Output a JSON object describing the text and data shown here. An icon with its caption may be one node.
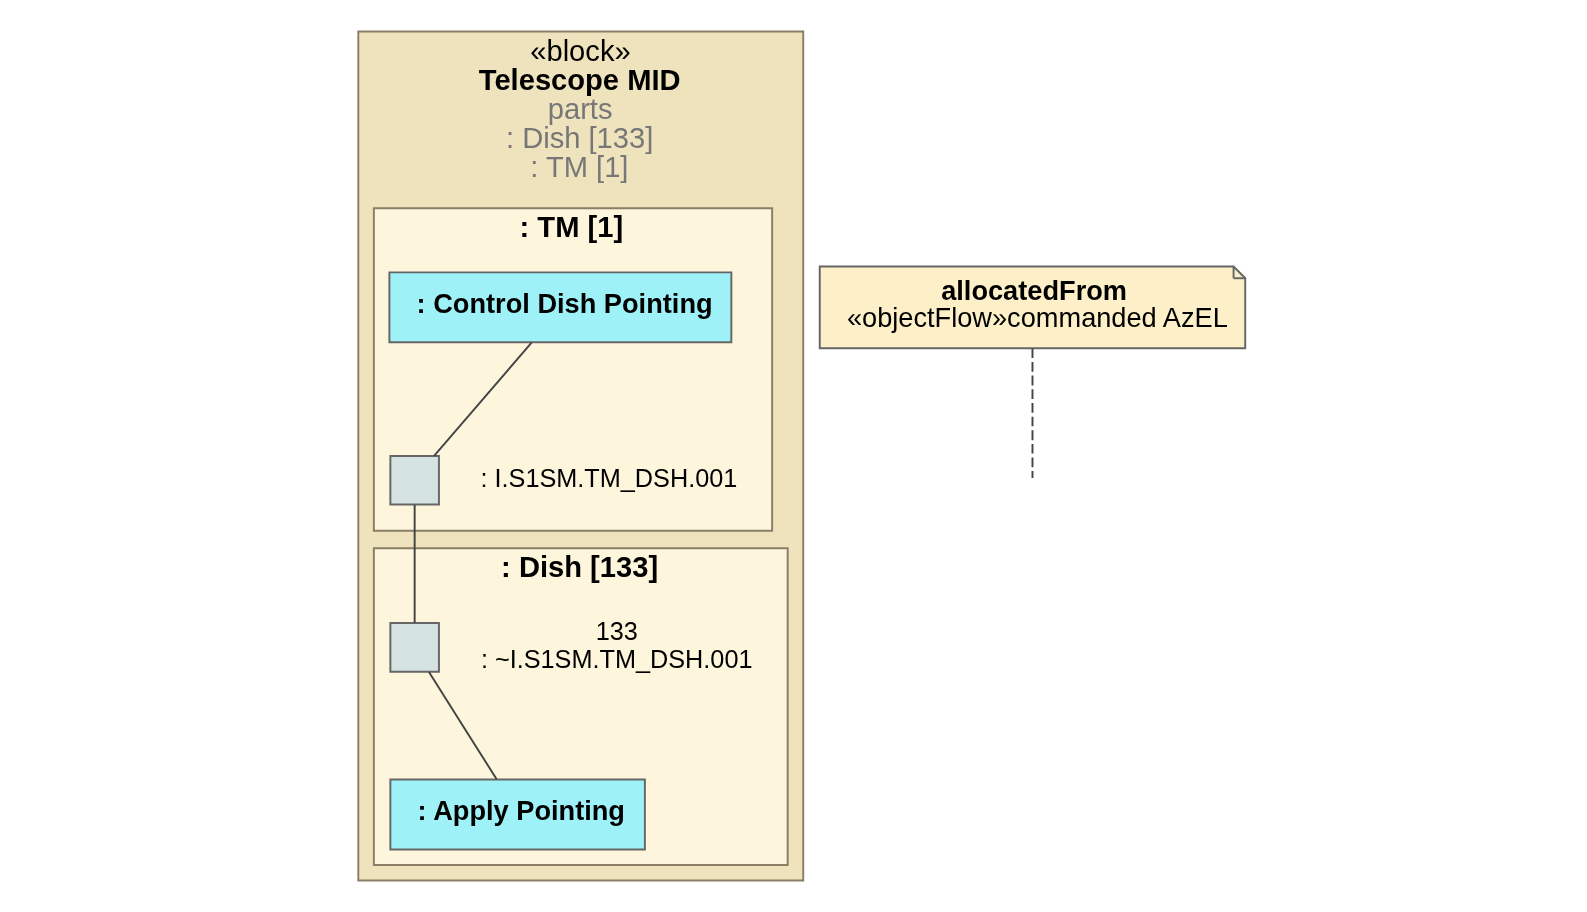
{
  "diagram": {
    "nodes": [
      {
        "text": [
          "«block»",
          "Telescope MID",
          "parts",
          ": Dish [133]",
          ": TM [1]"
        ]
      },
      {
        "text": [
          ": TM [1]"
        ],
        "in": 0
      },
      {
        "text": [
          ": Control Dish Pointing"
        ],
        "in": 1
      },
      {
        "text": [],
        "shape": "box",
        "in": 1,
        "beside": [
          ": I.S1SM.TM_DSH.001"
        ]
      },
      {
        "text": [
          ": Dish [133]"
        ],
        "in": 0
      },
      {
        "text": [],
        "shape": "box",
        "in": 4,
        "beside": [
          "133",
          ": ~I.S1SM.TM_DSH.001"
        ]
      },
      {
        "text": [
          ": Apply Pointing"
        ],
        "in": 4
      },
      {
        "text": [
          "allocatedFrom",
          "«objectFlow»commanded AzEL"
        ]
      }
    ],
    "edges": [
      {
        "from": 2,
        "to": 3,
        "arrow": "none"
      },
      {
        "from": 3,
        "to": 5,
        "arrow": "none"
      },
      {
        "from": 5,
        "to": 6,
        "arrow": "none"
      },
      {
        "from": 7,
        "to": null,
        "arrow": "none",
        "style": "dashed"
      }
    ]
  }
}
